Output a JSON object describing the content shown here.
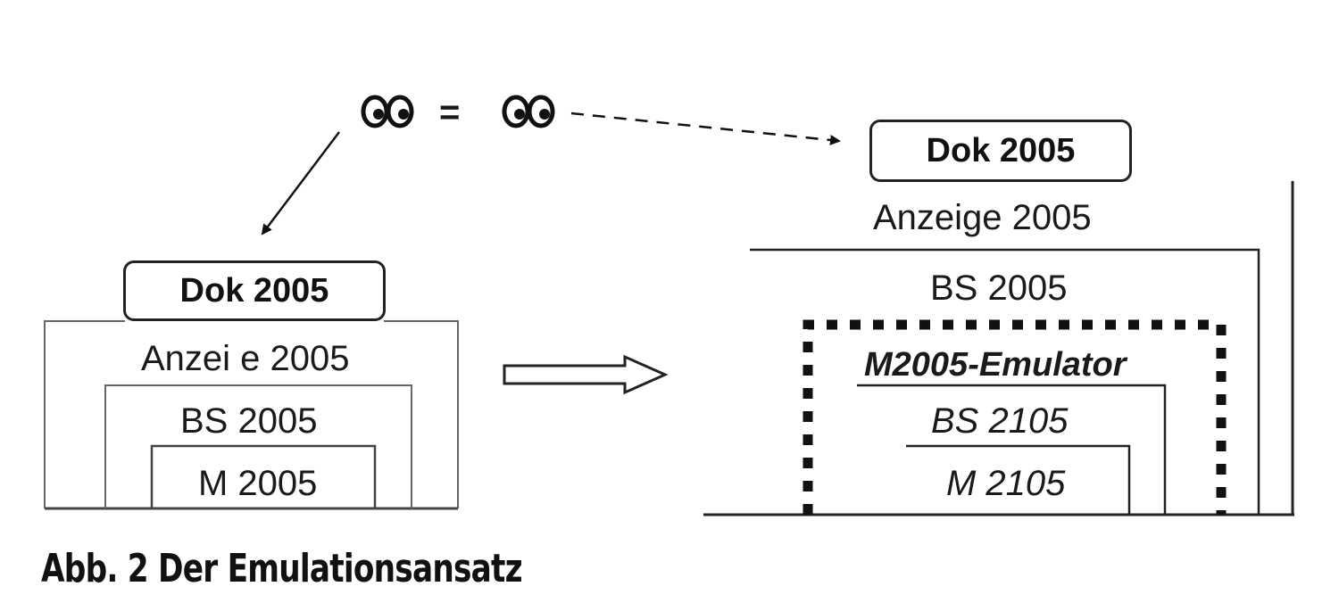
{
  "observer": {
    "left_eyes_icon": "eyes-icon",
    "equals": "=",
    "right_eyes_icon": "eyes-icon"
  },
  "left_stack": {
    "doc": "Dok 2005",
    "display": "Anzei  e 2005",
    "os": "BS 2005",
    "machine": "M 2005"
  },
  "right_stack": {
    "doc": "Dok 2005",
    "display": "Anzeige 2005",
    "os": "BS 2005",
    "emulator": "M2005-Emulator",
    "inner_os": "BS 2105",
    "inner_machine": "M 2105"
  },
  "caption": "Abb. 2 Der Emulationsansatz",
  "colors": {
    "line": "#222222",
    "light_line": "#555555",
    "background": "#ffffff"
  }
}
